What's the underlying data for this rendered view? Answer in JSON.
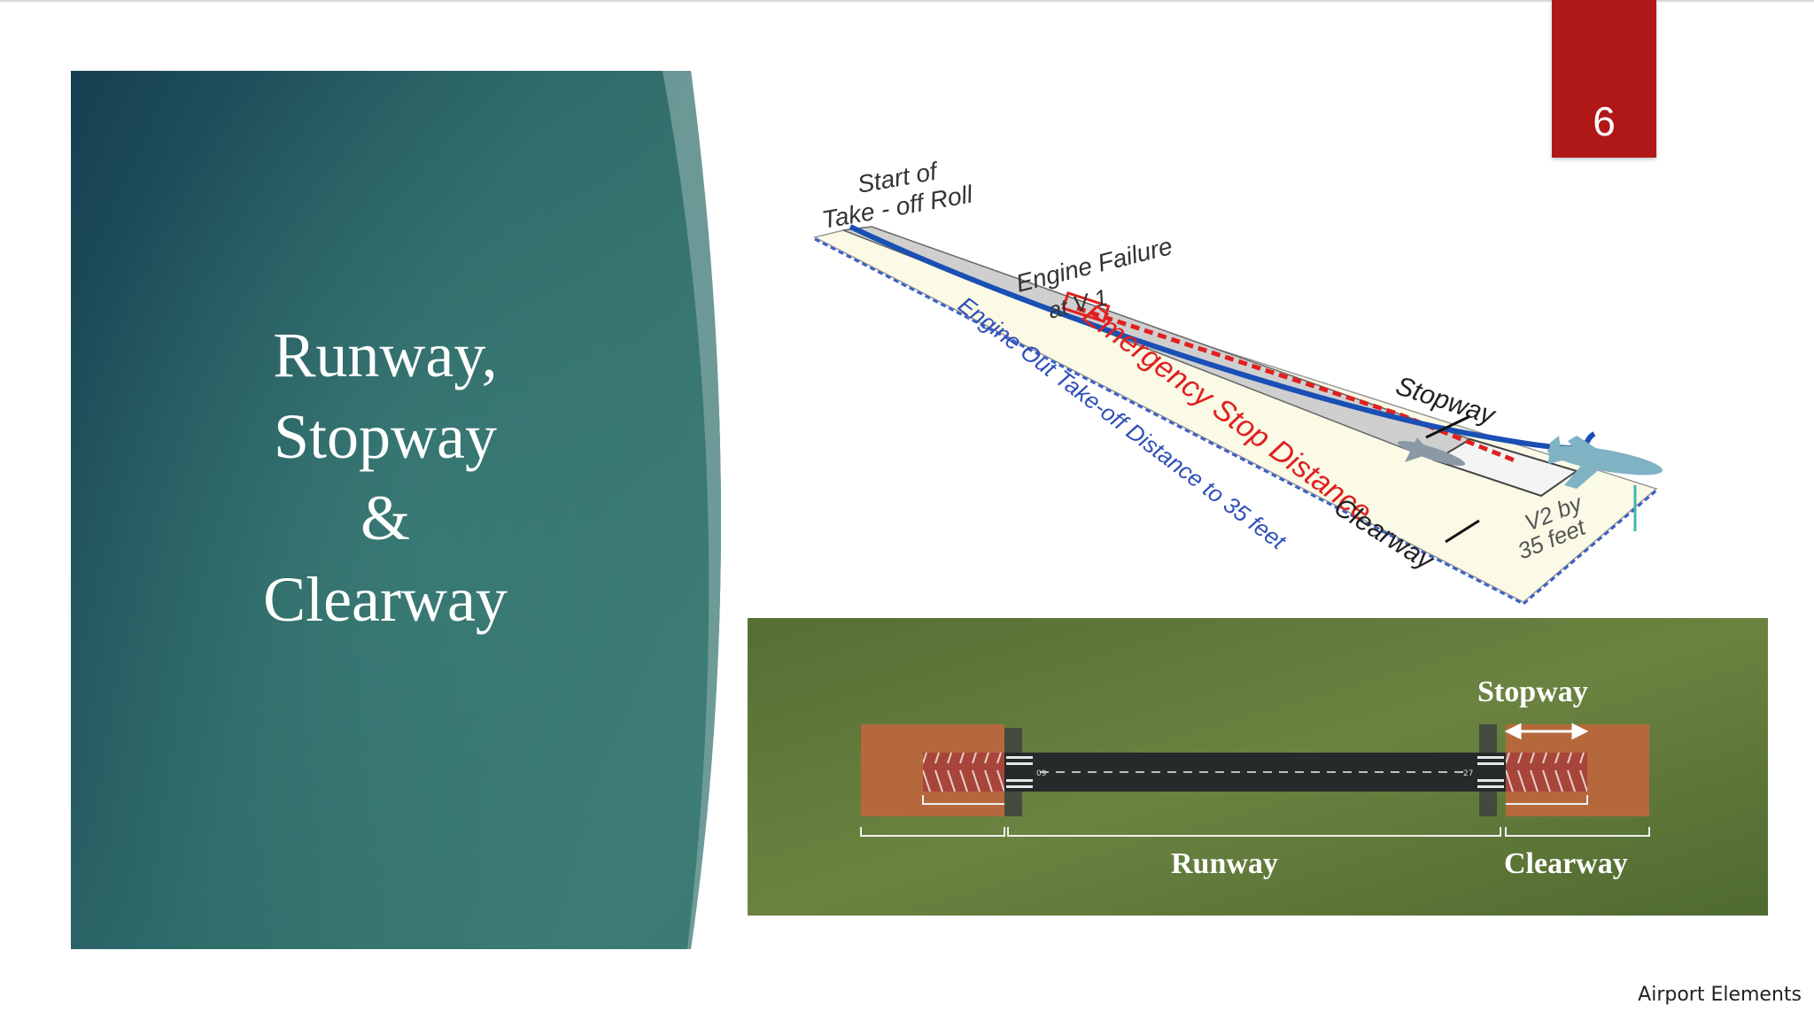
{
  "slide": {
    "number": "6",
    "title_lines": [
      "Runway,",
      "Stopway",
      "&",
      "Clearway"
    ],
    "footer": "Airport Elements"
  },
  "diagram": {
    "start_label_line1": "Start of",
    "start_label_line2": "Take - off Roll",
    "engine_failure_line1": "Engine Failure",
    "engine_failure_line2": "at V 1",
    "emergency_stop": "Emergency Stop Distance",
    "engine_out": "Engine Out Take-off Distance to 35 feet",
    "stopway": "Stopway",
    "clearway": "Clearway",
    "v2_line1": "V2 by",
    "v2_line2": "35 feet"
  },
  "aerial": {
    "stopway": "Stopway",
    "runway": "Runway",
    "clearway": "Clearway",
    "runway_number_left": "09",
    "runway_number_right": "27"
  },
  "colors": {
    "accent_red": "#b01818",
    "panel_dark": "#1b4656",
    "panel_teal": "#3a7a72",
    "path_blue": "#1a4fb4",
    "stop_red": "#e02020",
    "grass": "#5d7a3a",
    "clay": "#b5683c"
  }
}
